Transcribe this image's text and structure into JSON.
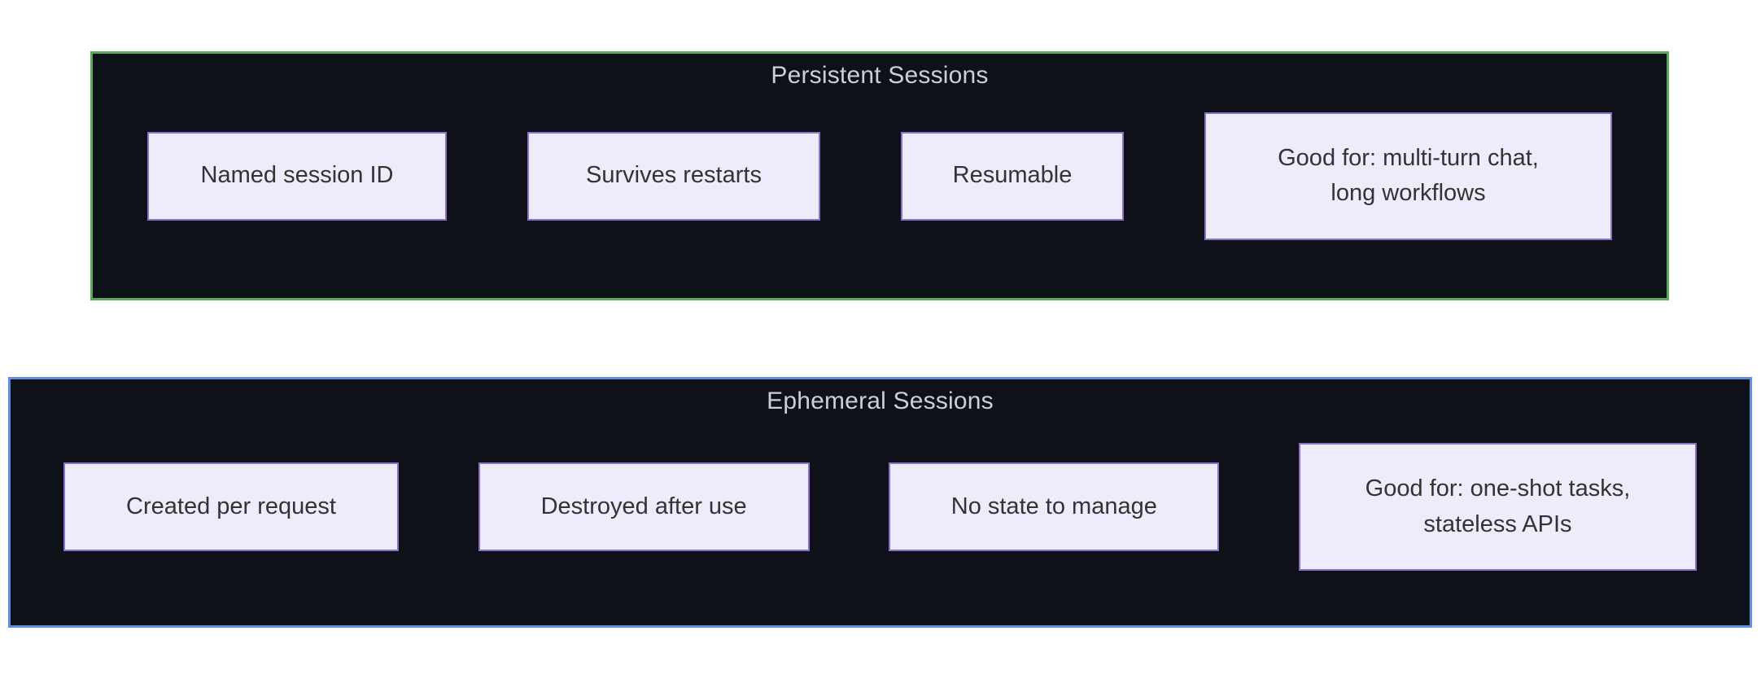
{
  "diagram": {
    "type": "flowchart-subgraphs",
    "background": "#ffffff",
    "cluster_fill": "#0e1117",
    "cluster_title_color": "#ccd0d6",
    "node_style": {
      "fill": "#ececfb",
      "border_color": "#8a72c9",
      "text_color": "#333333"
    },
    "clusters": [
      {
        "title": "Persistent Sessions",
        "border_color": "#5ea75e",
        "nodes": [
          {
            "label": "Named session ID"
          },
          {
            "label": "Survives restarts"
          },
          {
            "label": "Resumable"
          },
          {
            "label": "Good for: multi-turn chat,\nlong workflows"
          }
        ]
      },
      {
        "title": "Ephemeral Sessions",
        "border_color": "#5f8fdc",
        "nodes": [
          {
            "label": "Created per request"
          },
          {
            "label": "Destroyed after use"
          },
          {
            "label": "No state to manage"
          },
          {
            "label": "Good for: one-shot tasks,\nstateless APIs"
          }
        ]
      }
    ]
  }
}
